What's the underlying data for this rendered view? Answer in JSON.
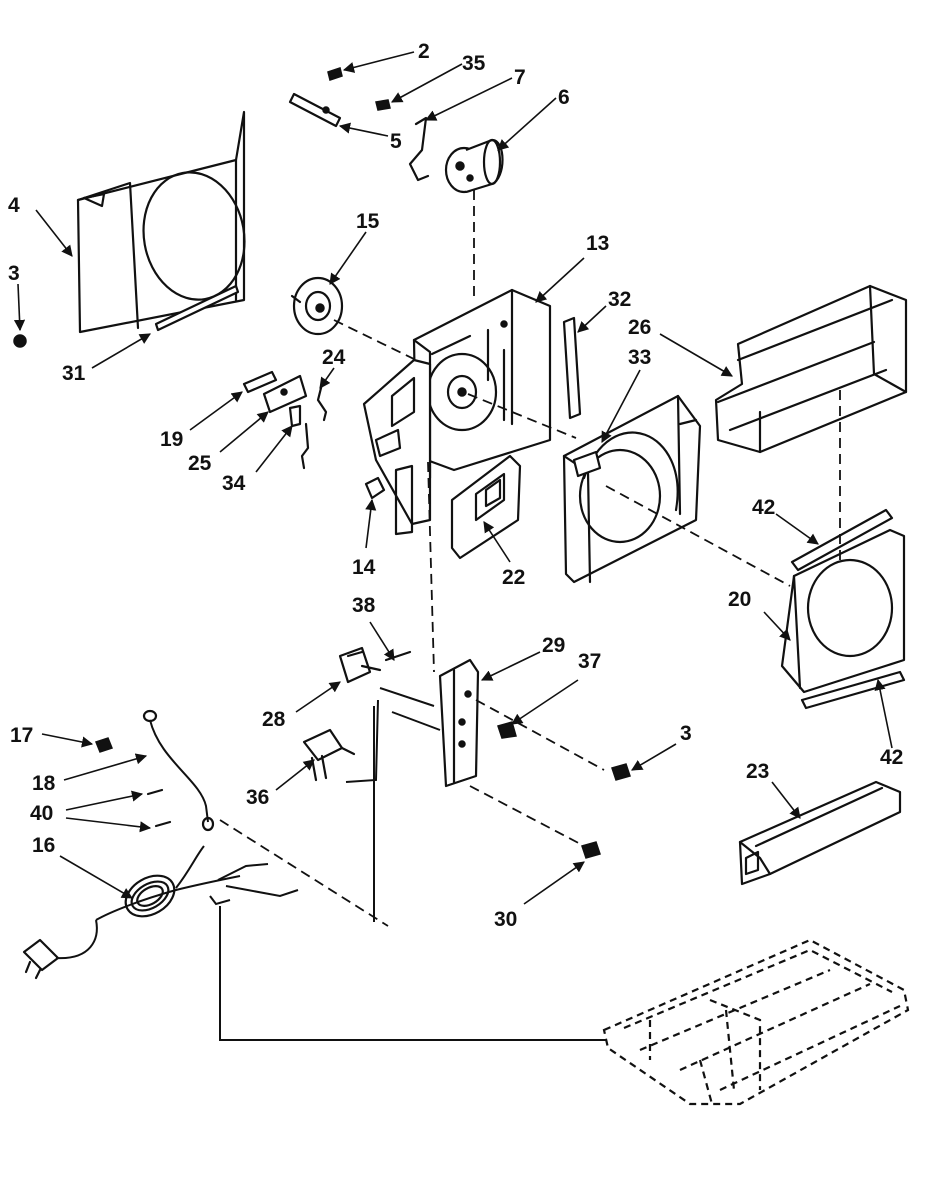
{
  "callouts": [
    {
      "id": "c2",
      "text": "2"
    },
    {
      "id": "c35",
      "text": "35"
    },
    {
      "id": "c7",
      "text": "7"
    },
    {
      "id": "c6",
      "text": "6"
    },
    {
      "id": "c5",
      "text": "5"
    },
    {
      "id": "c4",
      "text": "4"
    },
    {
      "id": "c3a",
      "text": "3"
    },
    {
      "id": "c31",
      "text": "31"
    },
    {
      "id": "c15",
      "text": "15"
    },
    {
      "id": "c13",
      "text": "13"
    },
    {
      "id": "c32",
      "text": "32"
    },
    {
      "id": "c26",
      "text": "26"
    },
    {
      "id": "c33",
      "text": "33"
    },
    {
      "id": "c24",
      "text": "24"
    },
    {
      "id": "c19",
      "text": "19"
    },
    {
      "id": "c25",
      "text": "25"
    },
    {
      "id": "c34",
      "text": "34"
    },
    {
      "id": "c14",
      "text": "14"
    },
    {
      "id": "c22",
      "text": "22"
    },
    {
      "id": "c42a",
      "text": "42"
    },
    {
      "id": "c20",
      "text": "20"
    },
    {
      "id": "c42b",
      "text": "42"
    },
    {
      "id": "c38",
      "text": "38"
    },
    {
      "id": "c29",
      "text": "29"
    },
    {
      "id": "c37",
      "text": "37"
    },
    {
      "id": "c3b",
      "text": "3"
    },
    {
      "id": "c28",
      "text": "28"
    },
    {
      "id": "c17",
      "text": "17"
    },
    {
      "id": "c18",
      "text": "18"
    },
    {
      "id": "c40",
      "text": "40"
    },
    {
      "id": "c16",
      "text": "16"
    },
    {
      "id": "c36",
      "text": "36"
    },
    {
      "id": "c23",
      "text": "23"
    },
    {
      "id": "c30",
      "text": "30"
    }
  ]
}
